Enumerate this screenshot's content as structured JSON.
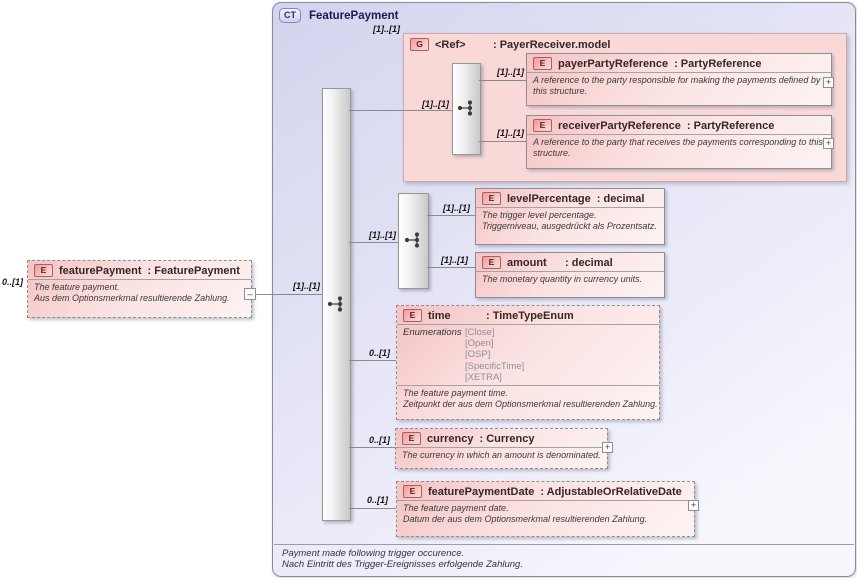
{
  "colors": {
    "container_lavender": "#d3d3ee",
    "card_pink": "#f5c2c2",
    "group_pink": "#f9d8d8",
    "border_gray": "#8f8f8f",
    "line_gray": "#8a8a8a",
    "title_navy": "#1b1b4e"
  },
  "container": {
    "badge": "CT",
    "title": "FeaturePayment",
    "footer_line1": "Payment made following trigger occurence.",
    "footer_line2": "Nach Eintritt des Trigger-Ereignisses erfolgende Zahlung."
  },
  "feature_payment": {
    "cardinality": "0..[1]",
    "badge": "E",
    "name": "featurePayment",
    "type": ": FeaturePayment",
    "desc1": "The feature payment.",
    "desc2": "Aus dem Optionsmerkmal resultierende Zahlung.",
    "collapse_glyph": "–"
  },
  "main_sequence": {
    "cardinality": "[1]..[1]"
  },
  "payer_receiver_group": {
    "cardinality": "[1]..[1]",
    "badge": "G",
    "name": "<Ref>",
    "type": ": PayerReceiver.model",
    "sequence_cardinality": "[1]..[1]",
    "payer": {
      "cardinality": "[1]..[1]",
      "badge": "E",
      "name": "payerPartyReference",
      "type": ": PartyReference",
      "desc1": "A reference to the party responsible for making the payments defined by",
      "desc2": "this structure.",
      "expand_glyph": "+"
    },
    "receiver": {
      "cardinality": "[1]..[1]",
      "badge": "E",
      "name": "receiverPartyReference",
      "type": ": PartyReference",
      "desc1": "A reference to the party that receives the payments corresponding to this",
      "desc2": "structure.",
      "expand_glyph": "+"
    }
  },
  "amount_sequence": {
    "cardinality": "[1]..[1]",
    "level_percentage": {
      "cardinality": "[1]..[1]",
      "badge": "E",
      "name": "levelPercentage",
      "type": ": decimal",
      "desc1": "The trigger level percentage.",
      "desc2": "Triggerniveau, ausgedrückt als Prozentsatz."
    },
    "amount": {
      "cardinality": "[1]..[1]",
      "badge": "E",
      "name": "amount",
      "type": ": decimal",
      "desc1": "The monetary quantity in currency units."
    }
  },
  "time": {
    "cardinality": "0..[1]",
    "badge": "E",
    "name": "time",
    "type": ": TimeTypeEnum",
    "enumerations_label": "Enumerations",
    "enumerations": [
      "[Close]",
      "[Open]",
      "[OSP]",
      "[SpecificTime]",
      "[XETRA]"
    ],
    "desc1": "The feature payment time.",
    "desc2": "Zeitpunkt der aus dem Optionsmerkmal resultierenden Zahlung."
  },
  "currency": {
    "cardinality": "0..[1]",
    "badge": "E",
    "name": "currency",
    "type": ": Currency",
    "desc1": "The currency in which an amount is denominated.",
    "expand_glyph": "+"
  },
  "feature_payment_date": {
    "cardinality": "0..[1]",
    "badge": "E",
    "name": "featurePaymentDate",
    "type": ": AdjustableOrRelativeDate",
    "desc1": "The feature payment date.",
    "desc2": "Datum der aus dem Optionsmerkmal resultierenden Zahlung.",
    "expand_glyph": "+"
  }
}
